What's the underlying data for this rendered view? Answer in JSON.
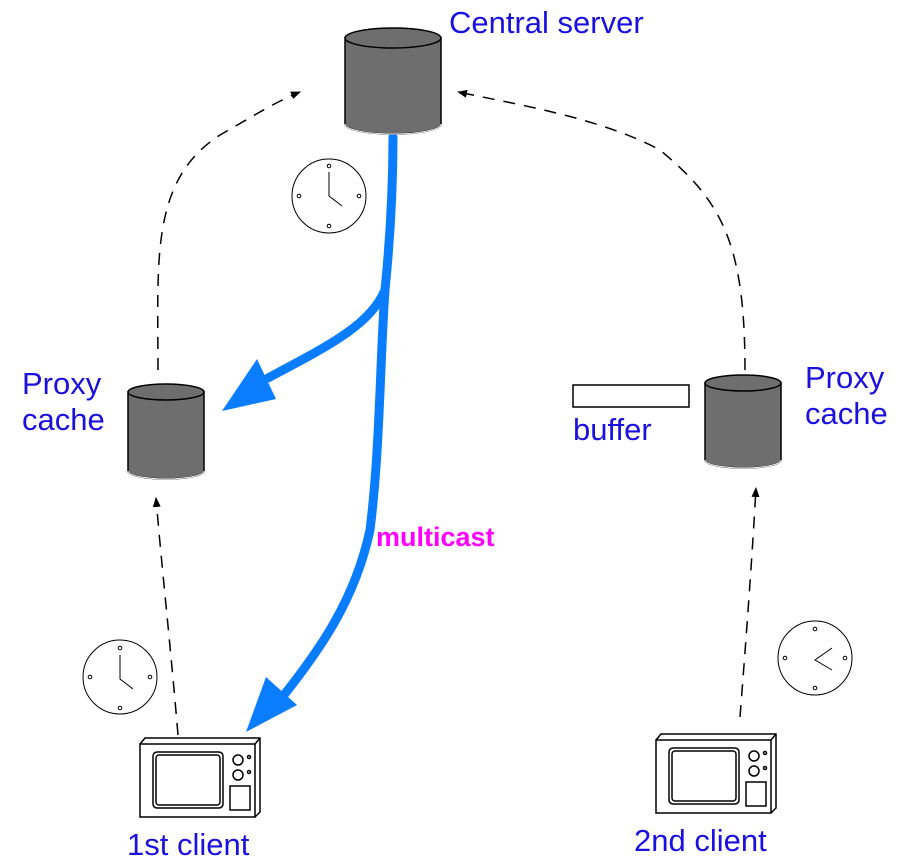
{
  "labels": {
    "central_server": "Central server",
    "proxy_left_line1": "Proxy",
    "proxy_left_line2": "cache",
    "proxy_right_line1": "Proxy",
    "proxy_right_line2": "cache",
    "buffer": "buffer",
    "multicast": "multicast",
    "client1": "1st client",
    "client2": "2nd client"
  },
  "colors": {
    "label_text": "#1a10e0",
    "multicast_text": "#ff00ff",
    "stream": "#0a7dff",
    "cylinder_fill": "#6e6e6e",
    "line": "#000000"
  },
  "icons": [
    "database-icon",
    "clock-icon",
    "tv-icon",
    "arrowhead-icon"
  ]
}
